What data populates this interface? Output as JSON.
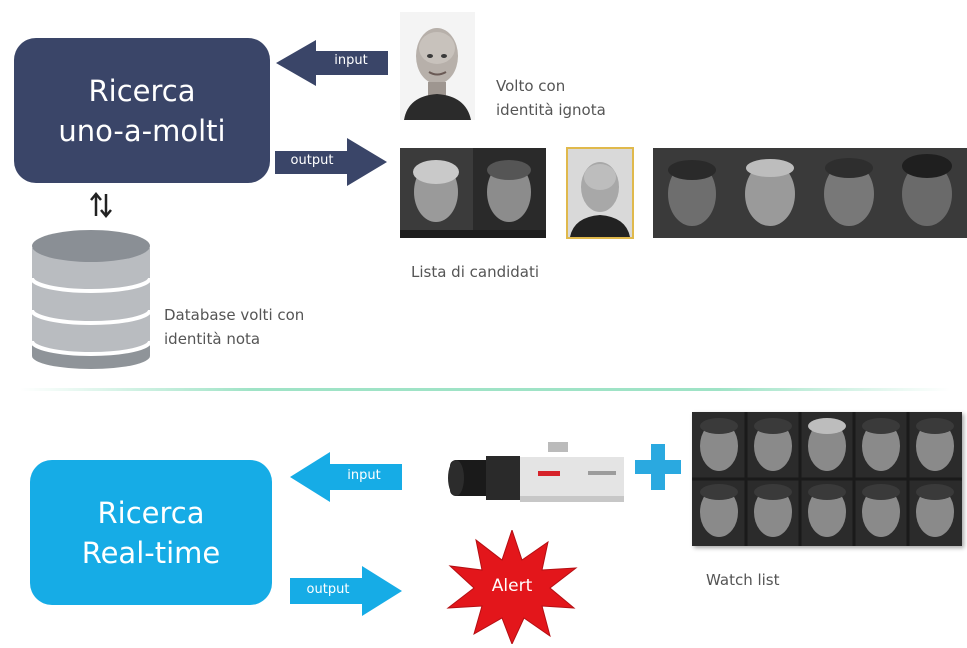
{
  "top": {
    "box_line1": "Ricerca",
    "box_line2": "uno-a-molti",
    "input_label": "input",
    "output_label": "output",
    "unknown_caption_line1": "Volto con",
    "unknown_caption_line2": "identità ignota",
    "candidates_caption": "Lista di candidati",
    "database_caption_line1": "Database volti con",
    "database_caption_line2": "identità nota"
  },
  "bottom": {
    "box_line1": "Ricerca",
    "box_line2": "Real-time",
    "input_label": "input",
    "output_label": "output",
    "alert_label": "Alert",
    "watchlist_caption": "Watch list"
  },
  "colors": {
    "dark_box": "#3a4568",
    "cyan_box": "#16ace6",
    "alert_red": "#e3161b",
    "plus_cyan": "#2aa9e0"
  },
  "icons": [
    "up-down-arrows-icon",
    "database-icon",
    "security-camera-icon",
    "plus-icon",
    "alert-burst-icon"
  ]
}
